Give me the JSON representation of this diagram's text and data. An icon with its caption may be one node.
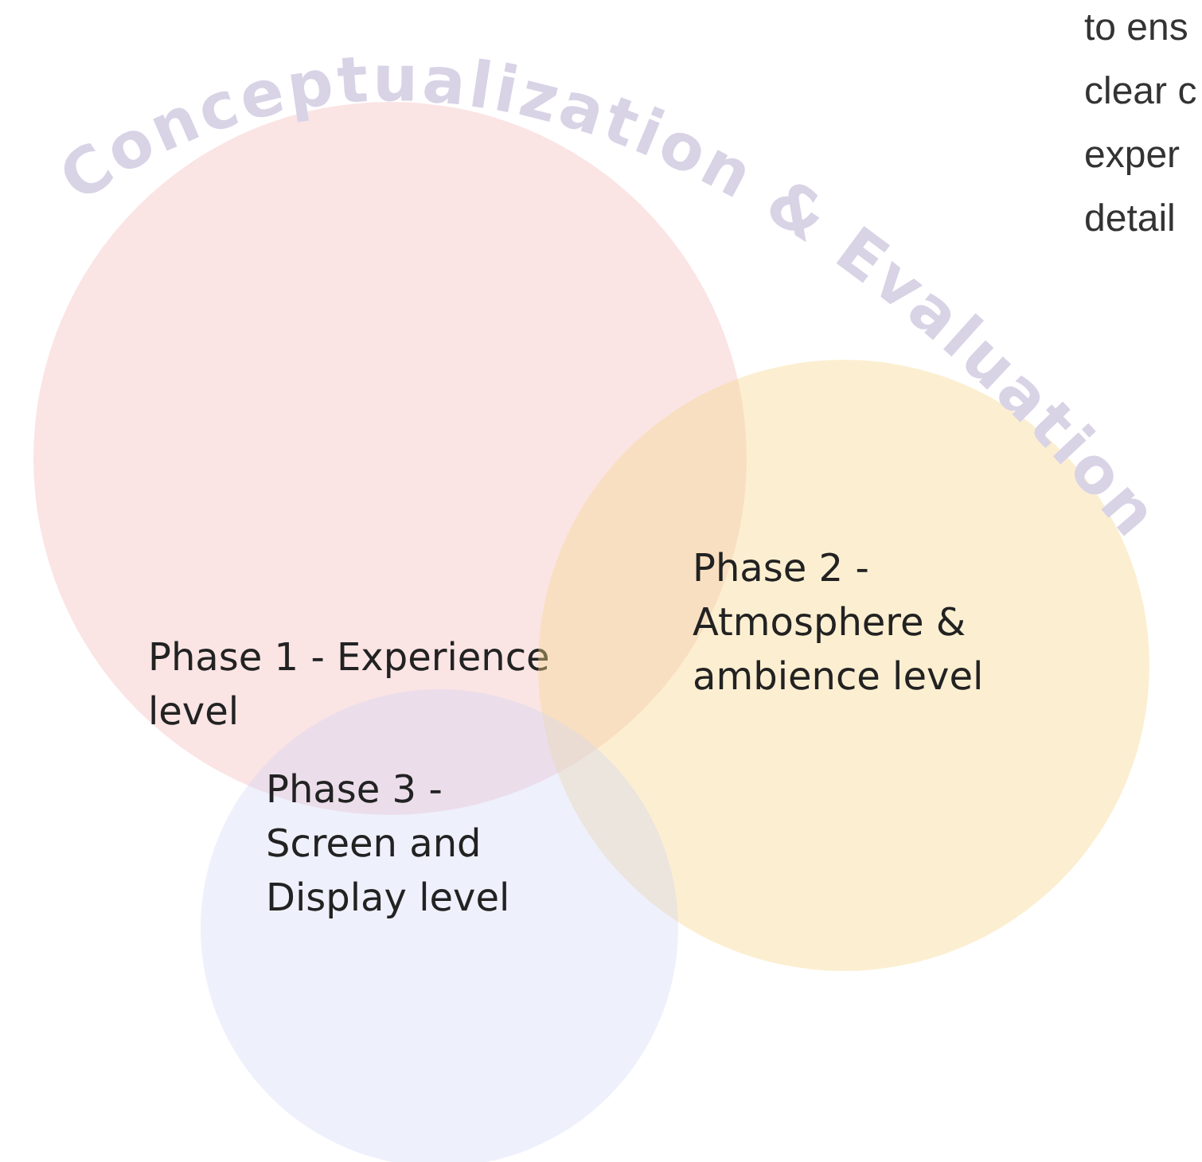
{
  "diagram": {
    "nodes": [
      {
        "text": [
          "Phase 1 - Experience level"
        ]
      },
      {
        "text": [
          "Phase 2 - Atmosphere & ambience level"
        ]
      },
      {
        "text": [
          "Phase 3 - Screen and Display level"
        ]
      }
    ],
    "edges": [],
    "labels": [
      "Conceptualization & Evaluation",
      "to ens",
      "clear c",
      "exper",
      "detail"
    ]
  }
}
